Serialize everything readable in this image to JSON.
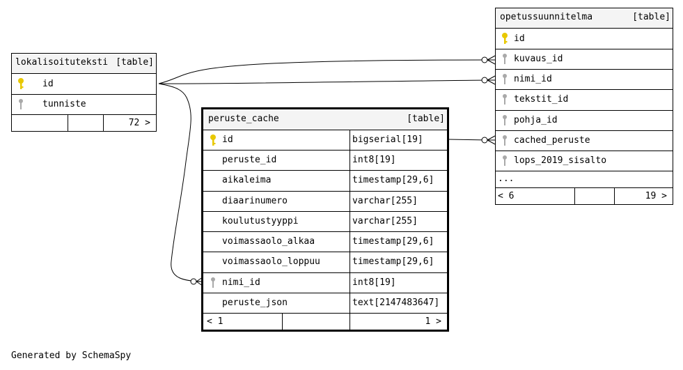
{
  "tables": {
    "lokalisoituteksti": {
      "name": "lokalisoituteksti",
      "type": "[table]",
      "columns": [
        {
          "name": "id",
          "key": "primary"
        },
        {
          "name": "tunniste",
          "key": "foreign"
        }
      ],
      "footer": {
        "right": "72 >"
      }
    },
    "opetussuunnitelma": {
      "name": "opetussuunnitelma",
      "type": "[table]",
      "columns": [
        {
          "name": "id",
          "key": "primary"
        },
        {
          "name": "kuvaus_id",
          "key": "foreign"
        },
        {
          "name": "nimi_id",
          "key": "foreign"
        },
        {
          "name": "tekstit_id",
          "key": "foreign"
        },
        {
          "name": "pohja_id",
          "key": "foreign"
        },
        {
          "name": "cached_peruste",
          "key": "foreign"
        },
        {
          "name": "lops_2019_sisalto",
          "key": "foreign"
        }
      ],
      "more": "...",
      "footer": {
        "left": "< 6",
        "right": "19 >"
      }
    },
    "peruste_cache": {
      "name": "peruste_cache",
      "type": "[table]",
      "columns": [
        {
          "name": "id",
          "type": "bigserial[19]",
          "key": "primary"
        },
        {
          "name": "peruste_id",
          "type": "int8[19]",
          "key": "none"
        },
        {
          "name": "aikaleima",
          "type": "timestamp[29,6]",
          "key": "none"
        },
        {
          "name": "diaarinumero",
          "type": "varchar[255]",
          "key": "none"
        },
        {
          "name": "koulutustyyppi",
          "type": "varchar[255]",
          "key": "none"
        },
        {
          "name": "voimassaolo_alkaa",
          "type": "timestamp[29,6]",
          "key": "none"
        },
        {
          "name": "voimassaolo_loppuu",
          "type": "timestamp[29,6]",
          "key": "none"
        },
        {
          "name": "nimi_id",
          "type": "int8[19]",
          "key": "foreign"
        },
        {
          "name": "peruste_json",
          "type": "text[2147483647]",
          "key": "none"
        }
      ],
      "footer": {
        "left": "< 1",
        "right": "1 >"
      }
    }
  },
  "credit": "Generated by SchemaSpy",
  "colors": {
    "primary_key": "#e8c800",
    "foreign_key": "#a9a9a9",
    "header_bg": "#f4f4f4"
  }
}
